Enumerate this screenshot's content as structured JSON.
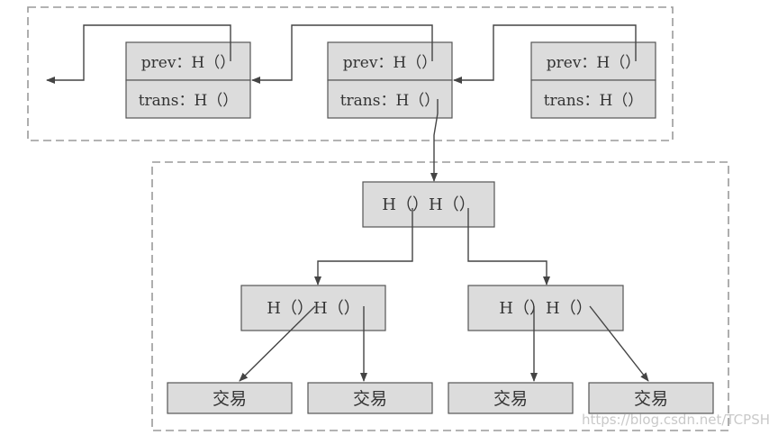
{
  "blocks": [
    {
      "prev_label": "prev：H（）",
      "trans_label": "trans：H（）"
    },
    {
      "prev_label": "prev：H（）",
      "trans_label": "trans：H（）"
    },
    {
      "prev_label": "prev：H（）",
      "trans_label": "trans：H（）"
    }
  ],
  "merkle": {
    "root_label": "H（）H（）",
    "left_label": "H（）H（）",
    "right_label": "H（）H（）",
    "leaves": [
      "交易",
      "交易",
      "交易",
      "交易"
    ]
  },
  "watermark": "https://blog.csdn.net/TCPSH",
  "colors": {
    "box_fill": "#dcdcdc",
    "box_stroke": "#555555",
    "line": "#444444",
    "dash": "#9a9a9a"
  }
}
